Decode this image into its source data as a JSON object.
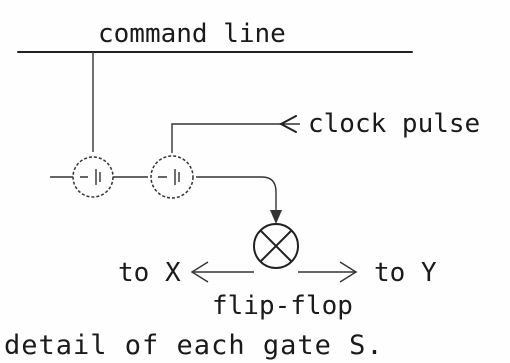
{
  "diagram": {
    "title": "command line",
    "clock_label": "clock pulse",
    "left_output_label": "to X",
    "right_output_label": "to Y",
    "flipflop_label": "flip-flop",
    "caption": "detail of each gate S."
  }
}
